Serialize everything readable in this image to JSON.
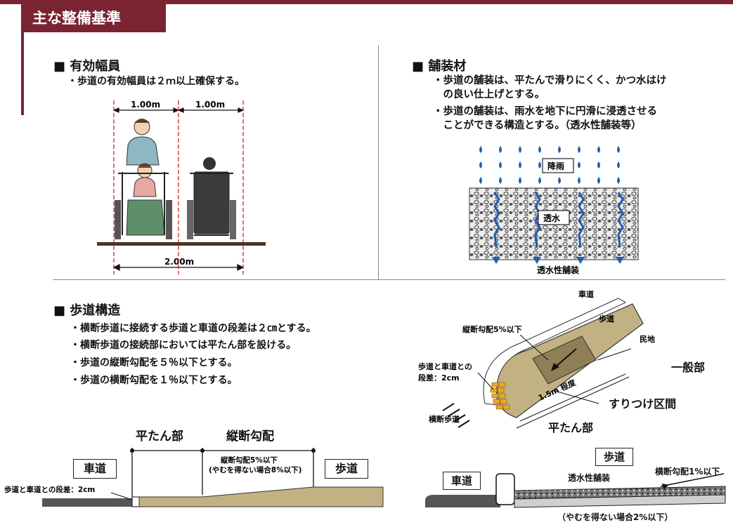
{
  "banner": "主な整備基準",
  "width_section": {
    "title": "■ 有効幅員",
    "bullets": [
      "・歩道の有効幅員は２ｍ以上確保する。"
    ],
    "dim_left": "1.00m",
    "dim_right": "1.00m",
    "dim_total": "2.00m"
  },
  "paving_section": {
    "title": "■ 舗装材",
    "bullets": [
      "・歩道の舗装は、平たんで滑りにくく、かつ水はけ",
      "　の良い仕上げとする。",
      "・歩道の舗装は、雨水を地下に円滑に浸透させる",
      "　ことができる構造とする。（透水性舗装等）"
    ],
    "rain_label": "降雨",
    "permeate_label": "透水",
    "caption": "透水性舗装"
  },
  "structure_section": {
    "title": "■ 歩道構造",
    "bullets": [
      "・横断歩道に接続する歩道と車道の段差は２㎝とする。",
      "・横断歩道の接続部においては平たん部を設ける。",
      "・歩道の縦断勾配を５％以下とする。",
      "・歩道の横断勾配を１％以下とする。"
    ]
  },
  "profile": {
    "flat_label": "平たん部",
    "slope_label": "縦断勾配",
    "slope_note_1": "縦断勾配5%以下",
    "slope_note_2": "(やむを得ない場合8%以下)",
    "road_label": "車道",
    "sidewalk_label": "歩道",
    "step_label": "歩道と車道との段差：2cm"
  },
  "perspective": {
    "road": "車道",
    "sidewalk": "歩道",
    "private_land": "民地",
    "slope_label": "縦断勾配5%以下",
    "step_label_1": "歩道と車道との",
    "step_label_2": "段差：2cm",
    "general": "一般部",
    "transition": "すりつけ区間",
    "distance": "1.5m 程度",
    "crosswalk": "横断歩道",
    "flat": "平たん部"
  },
  "cross_section": {
    "sidewalk_label": "歩道",
    "road_label": "車道",
    "paving_label": "透水性舗装",
    "cross_slope": "横断勾配1%以下",
    "note": "（やむを得ない場合2%以下）"
  },
  "colors": {
    "banner": "#7a2432",
    "sidewalk": "#c2b183",
    "water": "#1f5fae",
    "guide_line": "#d2232a",
    "block": "#f2a623"
  }
}
